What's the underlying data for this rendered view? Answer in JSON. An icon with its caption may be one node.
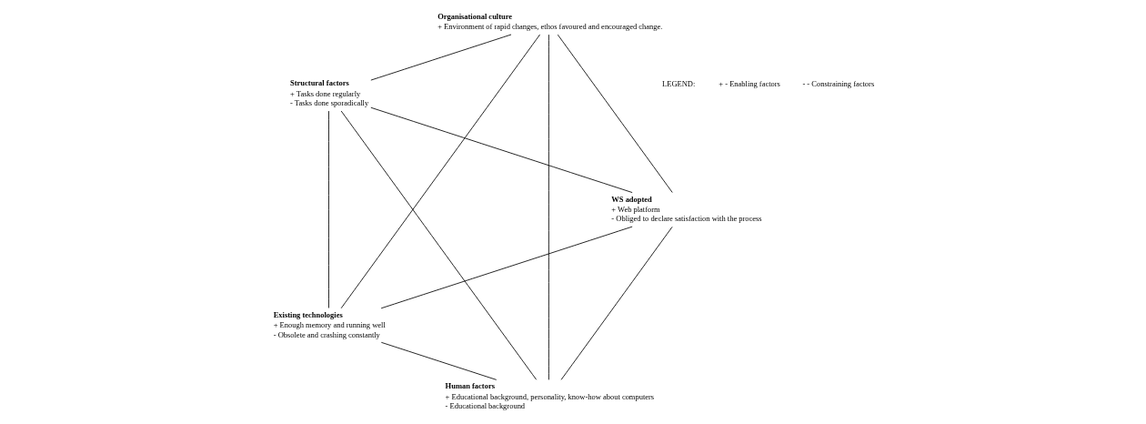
{
  "diagram": {
    "nodes": [
      {
        "text": [
          "Human factors"
        ],
        "beside": [
          "+ Educational background, personality, know-how about computers",
          "- Educational background"
        ]
      },
      {
        "text": [
          "WS adopted"
        ],
        "beside": [
          "+ Web platform",
          "- Obliged to declare satisfaction with the process"
        ]
      },
      {
        "text": [
          "Structural factors"
        ],
        "beside": [
          "+ Tasks done regularly",
          "- Tasks done sporadically"
        ]
      },
      {
        "text": [
          "Organisational culture"
        ],
        "beside": [
          "+ Environment of rapid changes, ethos favoured and encouraged change."
        ]
      },
      {
        "text": [
          "Existing technologies"
        ],
        "beside": [
          "+ Enough memory and running well",
          "- Obsolete and crashing constantly"
        ]
      }
    ],
    "edges": [
      {
        "from": 0,
        "to": 1,
        "arrow": "none"
      },
      {
        "from": 0,
        "to": 2,
        "arrow": "none"
      },
      {
        "from": 0,
        "to": 3,
        "arrow": "none"
      },
      {
        "from": 0,
        "to": 4,
        "arrow": "none"
      },
      {
        "from": 1,
        "to": 2,
        "arrow": "none"
      },
      {
        "from": 1,
        "to": 3,
        "arrow": "none"
      },
      {
        "from": 1,
        "to": 4,
        "arrow": "none"
      },
      {
        "from": 2,
        "to": 3,
        "arrow": "none"
      },
      {
        "from": 2,
        "to": 4,
        "arrow": "none"
      },
      {
        "from": 3,
        "to": 4,
        "arrow": "none"
      }
    ],
    "labels": [
      "LEGEND:",
      "+ - Enabling factors",
      "- - Constraining factors"
    ]
  }
}
